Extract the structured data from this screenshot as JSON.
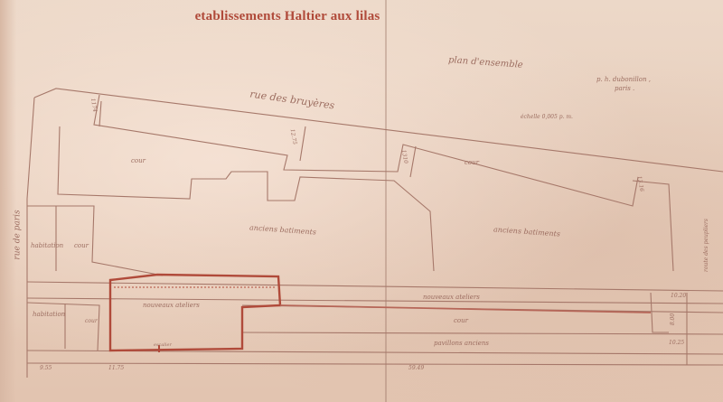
{
  "document": {
    "title": "etablissements Haltier aux lilas",
    "subtitle": "plan d'ensemble",
    "architect": "p. h. dubonillon ,",
    "city": "paris .",
    "scale": "échelle 0,005 p. m.",
    "street_top": "rue des bruyères",
    "street_left": "rue de paris",
    "street_right": "route des peupliers"
  },
  "labels": {
    "anciens_left": "anciens batiments",
    "anciens_right": "anciens batiments",
    "habitation_top": "habitation",
    "cour_left_top": "cour",
    "habitation_bottom": "habitation",
    "cour_left_bottom": "cour",
    "nouveaux_ateliers_red": "nouveaux ateliers",
    "nouveaux_ateliers": "nouveaux ateliers",
    "cour_center": "cour",
    "pavillons_anciens": "pavillons anciens",
    "cour_top_left": "cour",
    "cour_top_right": "cour",
    "stair_label": "escalier"
  },
  "bay_numbers": [
    "1174",
    "12.75",
    "1310",
    "13.16"
  ],
  "dimensions": [
    "9.55",
    "11.75",
    "59.49",
    "10.20",
    "8.00",
    "10.25"
  ],
  "colors": {
    "ink": "#9c6d60",
    "red_ink": "#b04a3a",
    "paper": "#e9d2c2"
  }
}
